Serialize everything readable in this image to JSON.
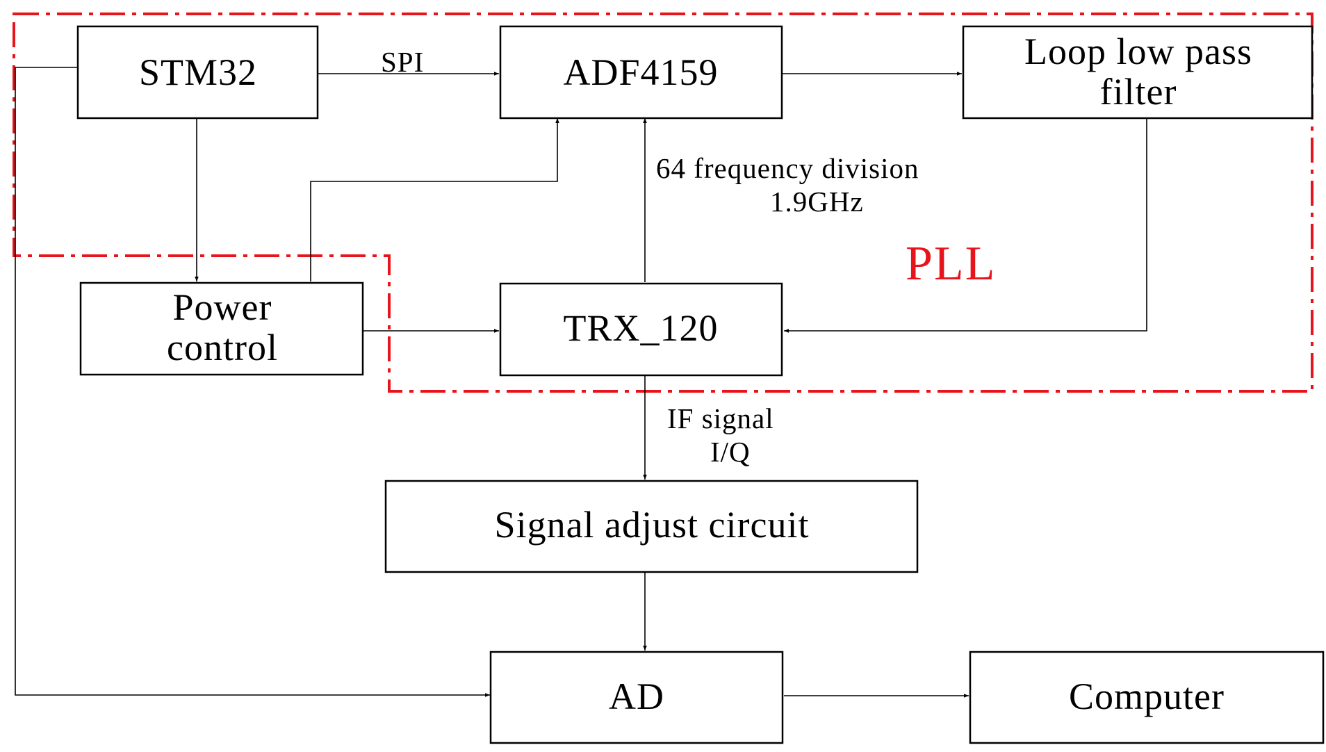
{
  "colors": {
    "line": "#000000",
    "pll": "#e8141b"
  },
  "blocks": {
    "stm32": "STM32",
    "adf4159": "ADF4159",
    "loop_filter": [
      "Loop low pass",
      "filter"
    ],
    "power_control": [
      "Power",
      "control"
    ],
    "trx120": "TRX_120",
    "signal_adjust": "Signal adjust circuit",
    "ad": "AD",
    "computer": "Computer"
  },
  "labels": {
    "spi": "SPI",
    "freq_division": [
      "64 frequency division",
      "1.9GHz"
    ],
    "if_signal": [
      "IF signal",
      "I/Q"
    ],
    "pll": "PLL"
  }
}
